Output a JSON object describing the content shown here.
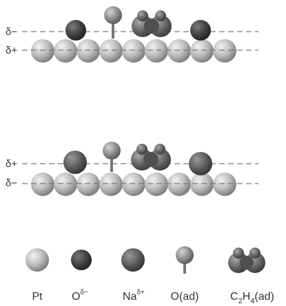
{
  "panels": [
    {
      "upper_dipole_label": "δ−",
      "lower_dipole_label": "δ+"
    },
    {
      "upper_dipole_label": "δ+",
      "lower_dipole_label": "δ−"
    }
  ],
  "legend": {
    "pt": {
      "text": "Pt"
    },
    "o_delta_minus": {
      "base": "O",
      "sup": "δ−"
    },
    "na_delta_plus": {
      "base": "Na",
      "sup": "δ+"
    },
    "o_ad": {
      "text": "O(ad)"
    },
    "c2h4_ad": {
      "base1": "C",
      "sub1": "2",
      "base2": "H",
      "sub2": "4",
      "tail": "(ad)"
    }
  },
  "colors": {
    "pt": "#bdbdbd",
    "o_delta_minus": "#3f3f3f",
    "na_delta_plus": "#5c5c5c",
    "o_ad": "#808080",
    "c2h4_ad": "#636363",
    "dashed_line": "#777777"
  }
}
